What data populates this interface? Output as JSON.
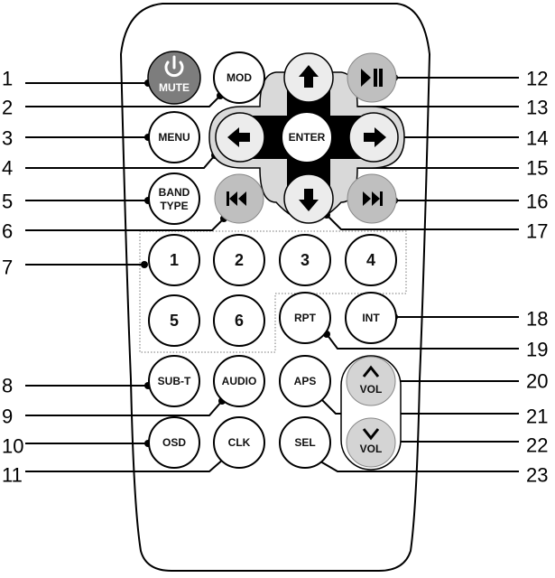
{
  "callouts": [
    "1",
    "2",
    "3",
    "4",
    "5",
    "6",
    "7",
    "8",
    "9",
    "10",
    "11",
    "12",
    "13",
    "14",
    "15",
    "16",
    "17",
    "18",
    "19",
    "20",
    "21",
    "22",
    "23"
  ],
  "buttons": {
    "mute": "MUTE",
    "mod": "MOD",
    "menu": "MENU",
    "band_line1": "BAND",
    "band_line2": "TYPE",
    "enter": "ENTER",
    "num1": "1",
    "num2": "2",
    "num3": "3",
    "num4": "4",
    "num5": "5",
    "num6": "6",
    "rpt": "RPT",
    "int": "INT",
    "subt": "SUB-T",
    "audio": "AUDIO",
    "aps": "APS",
    "vol_up": "VOL",
    "vol_down": "VOL",
    "osd": "OSD",
    "clk": "CLK",
    "sel": "SEL"
  },
  "colors": {
    "outline": "#000000",
    "dpad_light": "#d9d9d9",
    "dpad_dark": "#000000",
    "mute_fill": "#7d7d7d",
    "gray_button": "#bfbfbf",
    "white_button": "#ffffff"
  },
  "icons": {
    "mute": "power-icon",
    "up": "arrow-up-icon",
    "down": "arrow-down-icon",
    "left": "arrow-left-icon",
    "right": "arrow-right-icon",
    "play_pause": "play-pause-icon",
    "prev": "skip-previous-icon",
    "next": "skip-next-icon"
  }
}
